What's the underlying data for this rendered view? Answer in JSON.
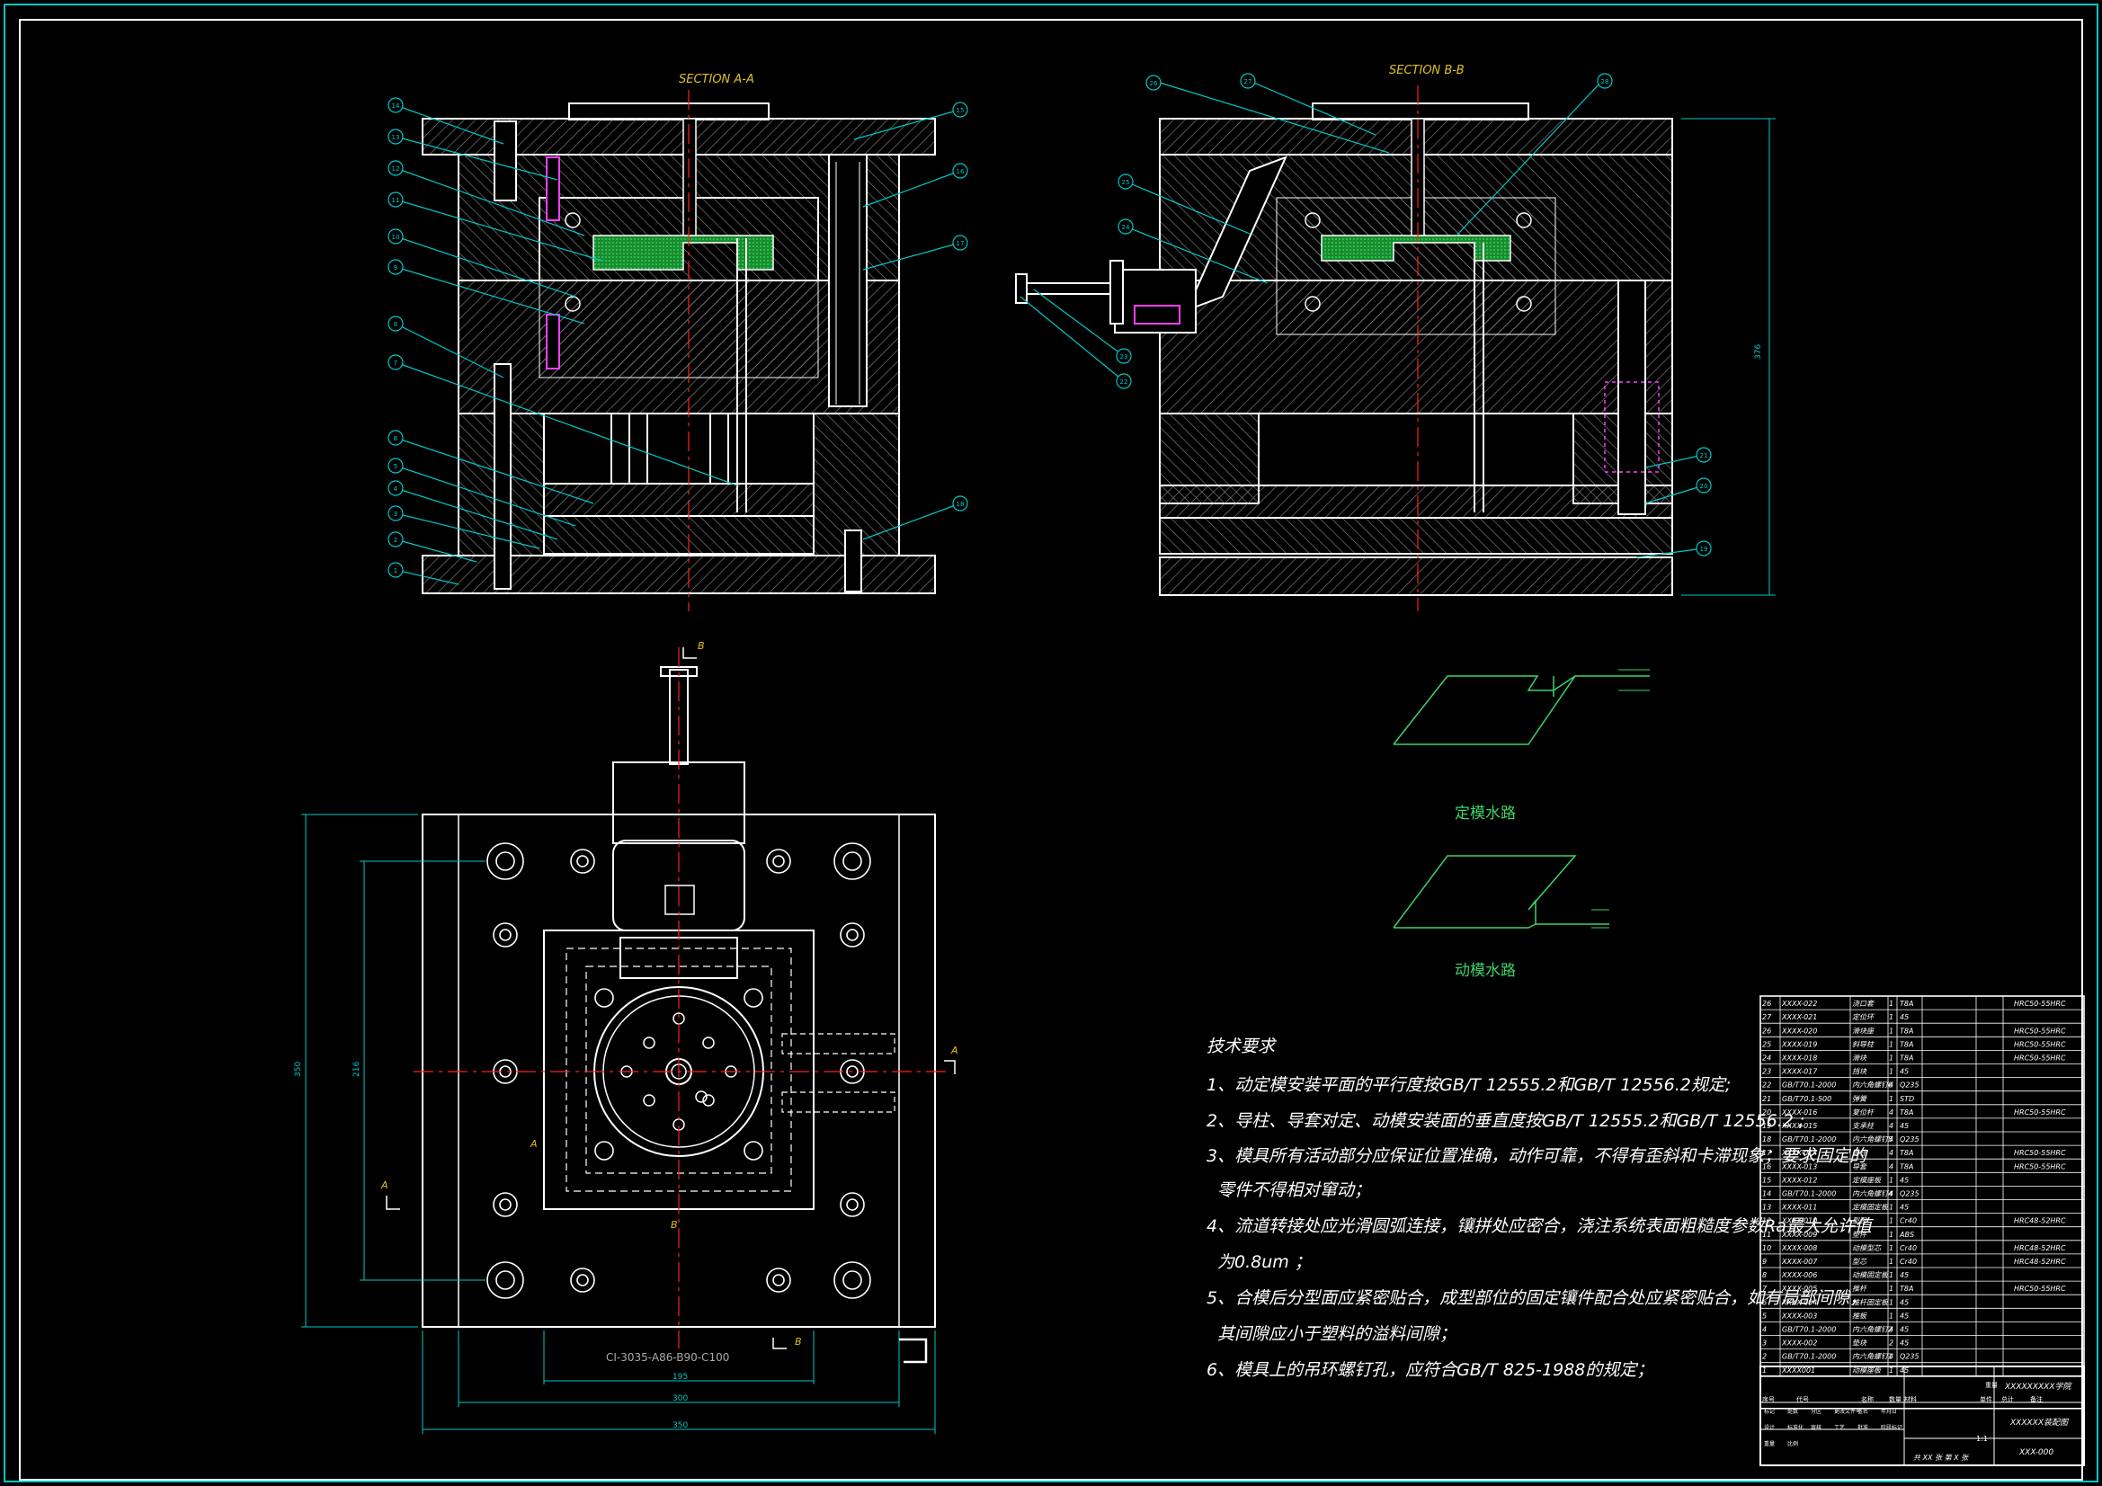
{
  "colors": {
    "background": "#000000",
    "outline": "#ffffff",
    "hatch": "#8a8a8a",
    "leader": "#00c8c8",
    "centerline": "#ff2020",
    "part": "#1fa23a",
    "section_title": "#e0c020",
    "dimension": "#4a8cff",
    "water_title": "#3ad46a",
    "magenta": "#ff40ff"
  },
  "views": {
    "section_aa_title": "SECTION A-A",
    "section_bb_title": "SECTION B-B",
    "bb_height_dim": "376",
    "plan_marks": {
      "b_top": "B",
      "b_bottom": "B",
      "a_right": "A",
      "a_left": "A",
      "a_center": "A",
      "b_center": "B"
    },
    "plan_code": "CI-3035-A86-B90-C100",
    "plan_dims": {
      "inner": "195",
      "middle": "300",
      "outer": "350",
      "v_outer": "350",
      "v_inner": "216"
    },
    "aa_balloons": [
      "14",
      "13",
      "12",
      "11",
      "10",
      "9",
      "8",
      "7",
      "6",
      "5",
      "4",
      "3",
      "2",
      "1",
      "15",
      "16",
      "17",
      "18"
    ],
    "bb_balloons": [
      "26",
      "27",
      "28",
      "25",
      "24",
      "23",
      "22",
      "21",
      "20",
      "19"
    ]
  },
  "water": {
    "fixed_label": "定模水路",
    "moving_label": "动模水路"
  },
  "notes": {
    "title": "技术要求",
    "lines": [
      "1、动定模安装平面的平行度按GB/T 12555.2和GB/T 12556.2规定;",
      "2、导柱、导套对定、动模安装面的垂直度按GB/T 12555.2和GB/T 12556.2 ;",
      "3、模具所有活动部分应保证位置准确，动作可靠，不得有歪斜和卡滞现象；要求固定的",
      "零件不得相对窜动；",
      "4、流道转接处应光滑圆弧连接，镶拼处应密合，浇注系统表面粗糙度参数Ra最大允许值",
      "为0.8um ；",
      "5、合模后分型面应紧密贴合，成型部位的固定镶件配合处应紧密贴合，如有局部间隙，",
      "其间隙应小于塑料的溢料间隙；",
      "6、模具上的吊环螺钉孔，应符合GB/T 825-1988的规定；"
    ]
  },
  "bom": [
    {
      "no": "26",
      "code": "XXXX-022",
      "name": "浇口套",
      "qty": "1",
      "mat": "T8A",
      "note": "HRC50-55HRC"
    },
    {
      "no": "27",
      "code": "XXXX-021",
      "name": "定位环",
      "qty": "1",
      "mat": "45",
      "note": ""
    },
    {
      "no": "26",
      "code": "XXXX-020",
      "name": "滑块座",
      "qty": "1",
      "mat": "T8A",
      "note": "HRC50-55HRC"
    },
    {
      "no": "25",
      "code": "XXXX-019",
      "name": "斜导柱",
      "qty": "1",
      "mat": "T8A",
      "note": "HRC50-55HRC"
    },
    {
      "no": "24",
      "code": "XXXX-018",
      "name": "滑块",
      "qty": "1",
      "mat": "T8A",
      "note": "HRC50-55HRC"
    },
    {
      "no": "23",
      "code": "XXXX-017",
      "name": "挡块",
      "qty": "1",
      "mat": "45",
      "note": ""
    },
    {
      "no": "22",
      "code": "GB/T70.1-2000",
      "name": "内六角螺钉6",
      "qty": "4",
      "mat": "Q235",
      "note": ""
    },
    {
      "no": "21",
      "code": "GB/T70.1-500",
      "name": "弹簧",
      "qty": "1",
      "mat": "STD",
      "note": ""
    },
    {
      "no": "20",
      "code": "XXXX-016",
      "name": "复位杆",
      "qty": "4",
      "mat": "T8A",
      "note": "HRC50-55HRC"
    },
    {
      "no": "19",
      "code": "XXXX-015",
      "name": "支承柱",
      "qty": "4",
      "mat": "45",
      "note": ""
    },
    {
      "no": "18",
      "code": "GB/T70.1-2000",
      "name": "内六角螺钉5",
      "qty": "4",
      "mat": "Q235",
      "note": ""
    },
    {
      "no": "17",
      "code": "XXXX-014",
      "name": "导柱",
      "qty": "4",
      "mat": "T8A",
      "note": "HRC50-55HRC"
    },
    {
      "no": "16",
      "code": "XXXX-013",
      "name": "导套",
      "qty": "4",
      "mat": "T8A",
      "note": "HRC50-55HRC"
    },
    {
      "no": "15",
      "code": "XXXX-012",
      "name": "定模座板",
      "qty": "1",
      "mat": "45",
      "note": ""
    },
    {
      "no": "14",
      "code": "GB/T70.1-2000",
      "name": "内六角螺钉4",
      "qty": "4",
      "mat": "Q235",
      "note": ""
    },
    {
      "no": "13",
      "code": "XXXX-011",
      "name": "定模固定板",
      "qty": "1",
      "mat": "45",
      "note": ""
    },
    {
      "no": "12",
      "code": "XXXX-010",
      "name": "型腔",
      "qty": "1",
      "mat": "Cr40",
      "note": "HRC48-52HRC"
    },
    {
      "no": "11",
      "code": "XXXX-009",
      "name": "塑件",
      "qty": "1",
      "mat": "ABS",
      "note": ""
    },
    {
      "no": "10",
      "code": "XXXX-008",
      "name": "动模型芯",
      "qty": "1",
      "mat": "Cr40",
      "note": "HRC48-52HRC"
    },
    {
      "no": "9",
      "code": "XXXX-007",
      "name": "型芯",
      "qty": "1",
      "mat": "Cr40",
      "note": "HRC48-52HRC"
    },
    {
      "no": "8",
      "code": "XXXX-006",
      "name": "动模固定板",
      "qty": "1",
      "mat": "45",
      "note": ""
    },
    {
      "no": "7",
      "code": "XXXX-005",
      "name": "推杆",
      "qty": "1",
      "mat": "T8A",
      "note": "HRC50-55HRC"
    },
    {
      "no": "6",
      "code": "XXXX-004",
      "name": "推杆固定板",
      "qty": "1",
      "mat": "45",
      "note": ""
    },
    {
      "no": "5",
      "code": "XXXX-003",
      "name": "推板",
      "qty": "1",
      "mat": "45",
      "note": ""
    },
    {
      "no": "4",
      "code": "GB/T70.1-2000",
      "name": "内六角螺钉2",
      "qty": "4",
      "mat": "45",
      "note": ""
    },
    {
      "no": "3",
      "code": "XXXX-002",
      "name": "垫块",
      "qty": "2",
      "mat": "45",
      "note": ""
    },
    {
      "no": "2",
      "code": "GB/T70.1-2000",
      "name": "内六角螺钉1",
      "qty": "4",
      "mat": "Q235",
      "note": ""
    },
    {
      "no": "1",
      "code": "XXXX001",
      "name": "动模座板",
      "qty": "1",
      "mat": "45",
      "note": ""
    }
  ],
  "bom_header": {
    "no": "序号",
    "code": "代号",
    "name": "名称",
    "qty": "数量",
    "mat": "材料",
    "w1": "单件",
    "w2": "总计",
    "weight": "重量",
    "note": "备注"
  },
  "title_block": {
    "school": "XXXXXXXXX学院",
    "drawing": "XXXXXX装配图",
    "code": "XXX-000",
    "scale": "1:1",
    "sheets": "共 XX 张  第 X 张",
    "labels": [
      "标记",
      "处数",
      "分区",
      "更改文件号",
      "签名",
      "年月日",
      "设计",
      "标准化",
      "审核",
      "工艺",
      "批准",
      "阶段标记",
      "重量",
      "比例"
    ]
  }
}
